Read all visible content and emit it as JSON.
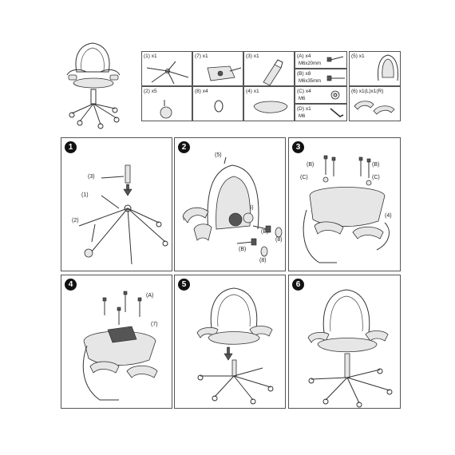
{
  "parts": [
    {
      "label": "(1)  x1"
    },
    {
      "label": "(7)  x1"
    },
    {
      "label": "(3)  x1"
    },
    {
      "label": "(A)  x4",
      "spec": "M6x20mm"
    },
    {
      "label": "(B)  x8",
      "spec": "M6x35mm"
    },
    {
      "label": "(5)  x1"
    },
    {
      "label": "(2)  x5"
    },
    {
      "label": "(8)  x4"
    },
    {
      "label": "(4)  x1"
    },
    {
      "label": "(C)  x4",
      "spec": "M6"
    },
    {
      "label": "(D)  x1",
      "spec": "M6"
    },
    {
      "label": "(6)  x1(L)x1(R)"
    }
  ],
  "steps": [
    {
      "number": "1",
      "callouts": [
        "(3)",
        "(1)",
        "(2)"
      ]
    },
    {
      "number": "2",
      "callouts": [
        "(5)",
        "(6)",
        "(6)",
        "(B)",
        "(B)",
        "(8)",
        "(8)"
      ]
    },
    {
      "number": "3",
      "callouts": [
        "(B)",
        "(C)",
        "(B)",
        "(C)",
        "(4)"
      ]
    },
    {
      "number": "4",
      "callouts": [
        "(A)",
        "(7)"
      ]
    },
    {
      "number": "5",
      "callouts": []
    },
    {
      "number": "6",
      "callouts": []
    }
  ]
}
